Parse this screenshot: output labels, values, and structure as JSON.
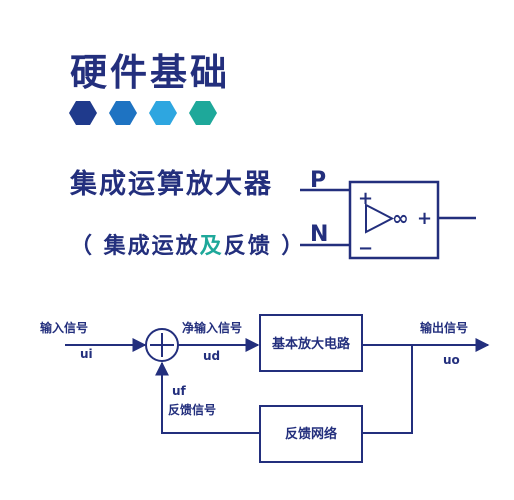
{
  "title": "硬件基础",
  "hexagons": {
    "colors": [
      "#1f3a8c",
      "#1e73c2",
      "#2ea6e0",
      "#1ea89a"
    ]
  },
  "subtitle": "集成运算放大器",
  "subtitle2": {
    "open": "（ 集成运放",
    "highlight": "及",
    "rest": "反馈 ）"
  },
  "opamp": {
    "p_label": "P",
    "n_label": "N",
    "plus_in": "+",
    "minus_in": "−",
    "inf": "∞",
    "plus_out": "+"
  },
  "block_diagram": {
    "input_label": "输入信号",
    "input_var": "ui",
    "net_input_label": "净输入信号",
    "net_input_var": "ud",
    "amp_block": "基本放大电路",
    "output_label": "输出信号",
    "output_var": "uo",
    "feedback_var": "uf",
    "feedback_label": "反馈信号",
    "feedback_block": "反馈网络"
  },
  "colors": {
    "navy": "#232f7d",
    "teal": "#1ea89a"
  }
}
